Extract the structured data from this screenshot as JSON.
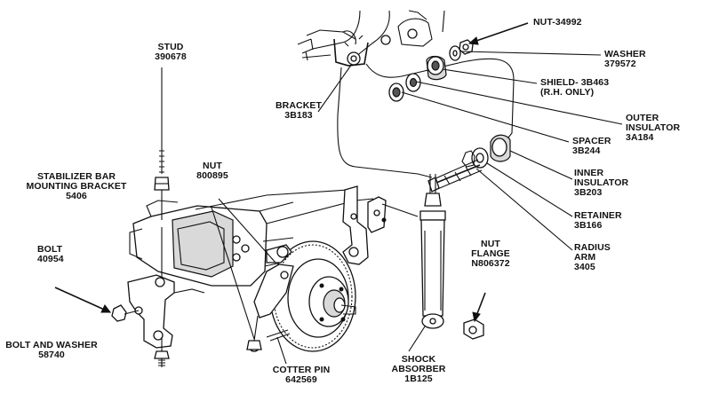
{
  "diagram": {
    "labels": {
      "stud": {
        "name": "STUD",
        "part": "390678"
      },
      "stabilizer_bracket": {
        "line1": "STABILIZER BAR",
        "line2": "MOUNTING BRACKET",
        "part": "5406"
      },
      "bolt": {
        "name": "BOLT",
        "part": "40954"
      },
      "bolt_washer": {
        "name": "BOLT AND WASHER",
        "part": "58740"
      },
      "nut_center": {
        "name": "NUT",
        "part": "800895"
      },
      "bracket": {
        "name": "BRACKET",
        "part": "3B183"
      },
      "cotter_pin": {
        "name": "COTTER PIN",
        "part": "642569"
      },
      "shock_absorber": {
        "line1": "SHOCK",
        "line2": "ABSORBER",
        "part": "1B125"
      },
      "nut_flange": {
        "line1": "NUT",
        "line2": "FLANGE",
        "part": "N806372"
      },
      "nut_top": {
        "text": "NUT-34992"
      },
      "washer": {
        "name": "WASHER",
        "part": "379572"
      },
      "shield": {
        "line1": "SHIELD- 3B463",
        "line2": "(R.H. ONLY)"
      },
      "outer_insulator": {
        "line1": "OUTER",
        "line2": "INSULATOR",
        "part": "3A184"
      },
      "spacer": {
        "name": "SPACER",
        "part": "3B244"
      },
      "inner_insulator": {
        "line1": "INNER",
        "line2": "INSULATOR",
        "part": "3B203"
      },
      "retainer": {
        "name": "RETAINER",
        "part": "3B166"
      },
      "radius_arm": {
        "line1": "RADIUS",
        "line2": "ARM",
        "part": "3405"
      }
    }
  }
}
